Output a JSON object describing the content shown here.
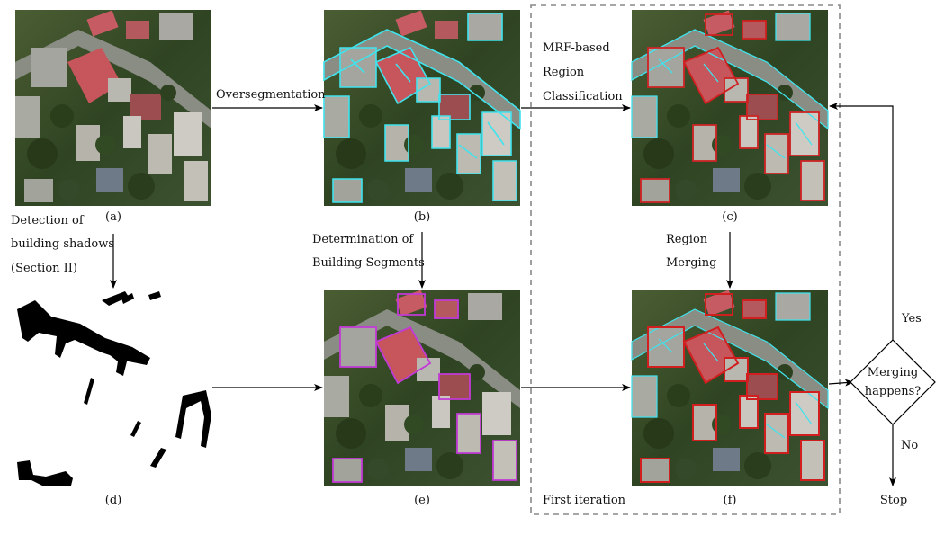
{
  "panels": {
    "a": {
      "caption": "(a)"
    },
    "b": {
      "caption": "(b)"
    },
    "c": {
      "caption": "(c)"
    },
    "d": {
      "caption": "(d)"
    },
    "e": {
      "caption": "(e)"
    },
    "f": {
      "caption": "(f)"
    }
  },
  "steps": {
    "oversegmentation": "Oversegmentation",
    "mrf": [
      "MRF-based",
      "Region",
      "Classification"
    ],
    "shadow_detection": [
      "Detection of",
      "building shadows",
      "(Section II)"
    ],
    "building_segments": [
      "Determination of",
      "Building Segments"
    ],
    "region_merging": [
      "Region",
      "Merging"
    ],
    "first_iteration": "First iteration"
  },
  "decision": {
    "question": [
      "Merging",
      "happens?"
    ],
    "yes": "Yes",
    "no": "No",
    "stop": "Stop"
  },
  "colors": {
    "segment_cyan": "#3fe3ee",
    "segment_magenta": "#c23ad6",
    "segment_red": "#d11f1f",
    "arrow": "#000000",
    "dashed_box": "#888888"
  }
}
